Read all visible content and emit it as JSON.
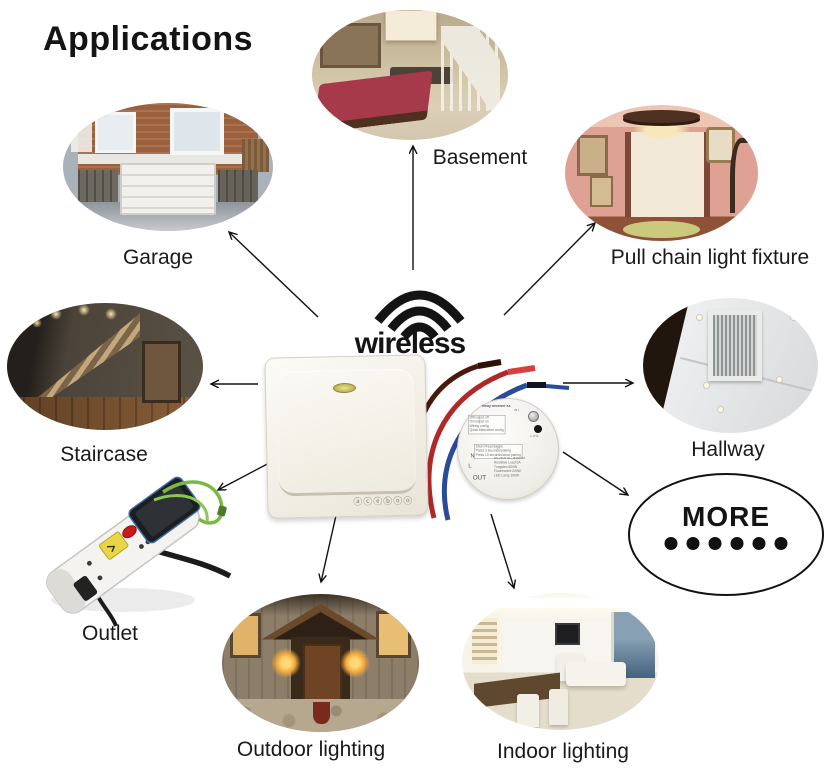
{
  "title": "Applications",
  "center": {
    "wireless_label": "wireless",
    "switch": {
      "brand_marks": "ⓐⓒⓔⓑⓞⓞ"
    },
    "receiver": {
      "title": "Relay Receiver 5A",
      "dip_lines": [
        "Off/output off",
        "On/output on",
        "Wiring config",
        "Quick blink/clear config"
      ],
      "press_lines": [
        "Short Press/toggle",
        "Press 3 seconds/pairing",
        "Press 10 seconds/clear pairing"
      ],
      "spec_lines": [
        "85-240V AC  50/60Hz",
        "Resistive Load  5A",
        "Tungsten  800W",
        "Fluorescent  200W",
        "LED Lamp  100W"
      ],
      "terminal_n": "N",
      "terminal_l": "L",
      "terminal_out": "OUT",
      "int_label": "INT",
      "ctrl_label": "CTRL"
    }
  },
  "applications": [
    {
      "id": "garage",
      "label": "Garage"
    },
    {
      "id": "basement",
      "label": "Basement"
    },
    {
      "id": "pullchain",
      "label": "Pull chain light fixture"
    },
    {
      "id": "staircase",
      "label": "Staircase"
    },
    {
      "id": "hallway",
      "label": "Hallway"
    },
    {
      "id": "outlet",
      "label": "Outlet"
    },
    {
      "id": "outdoor",
      "label": "Outdoor lighting"
    },
    {
      "id": "indoor",
      "label": "Indoor lighting"
    }
  ],
  "more": {
    "label": "MORE",
    "dot_count": 6
  }
}
